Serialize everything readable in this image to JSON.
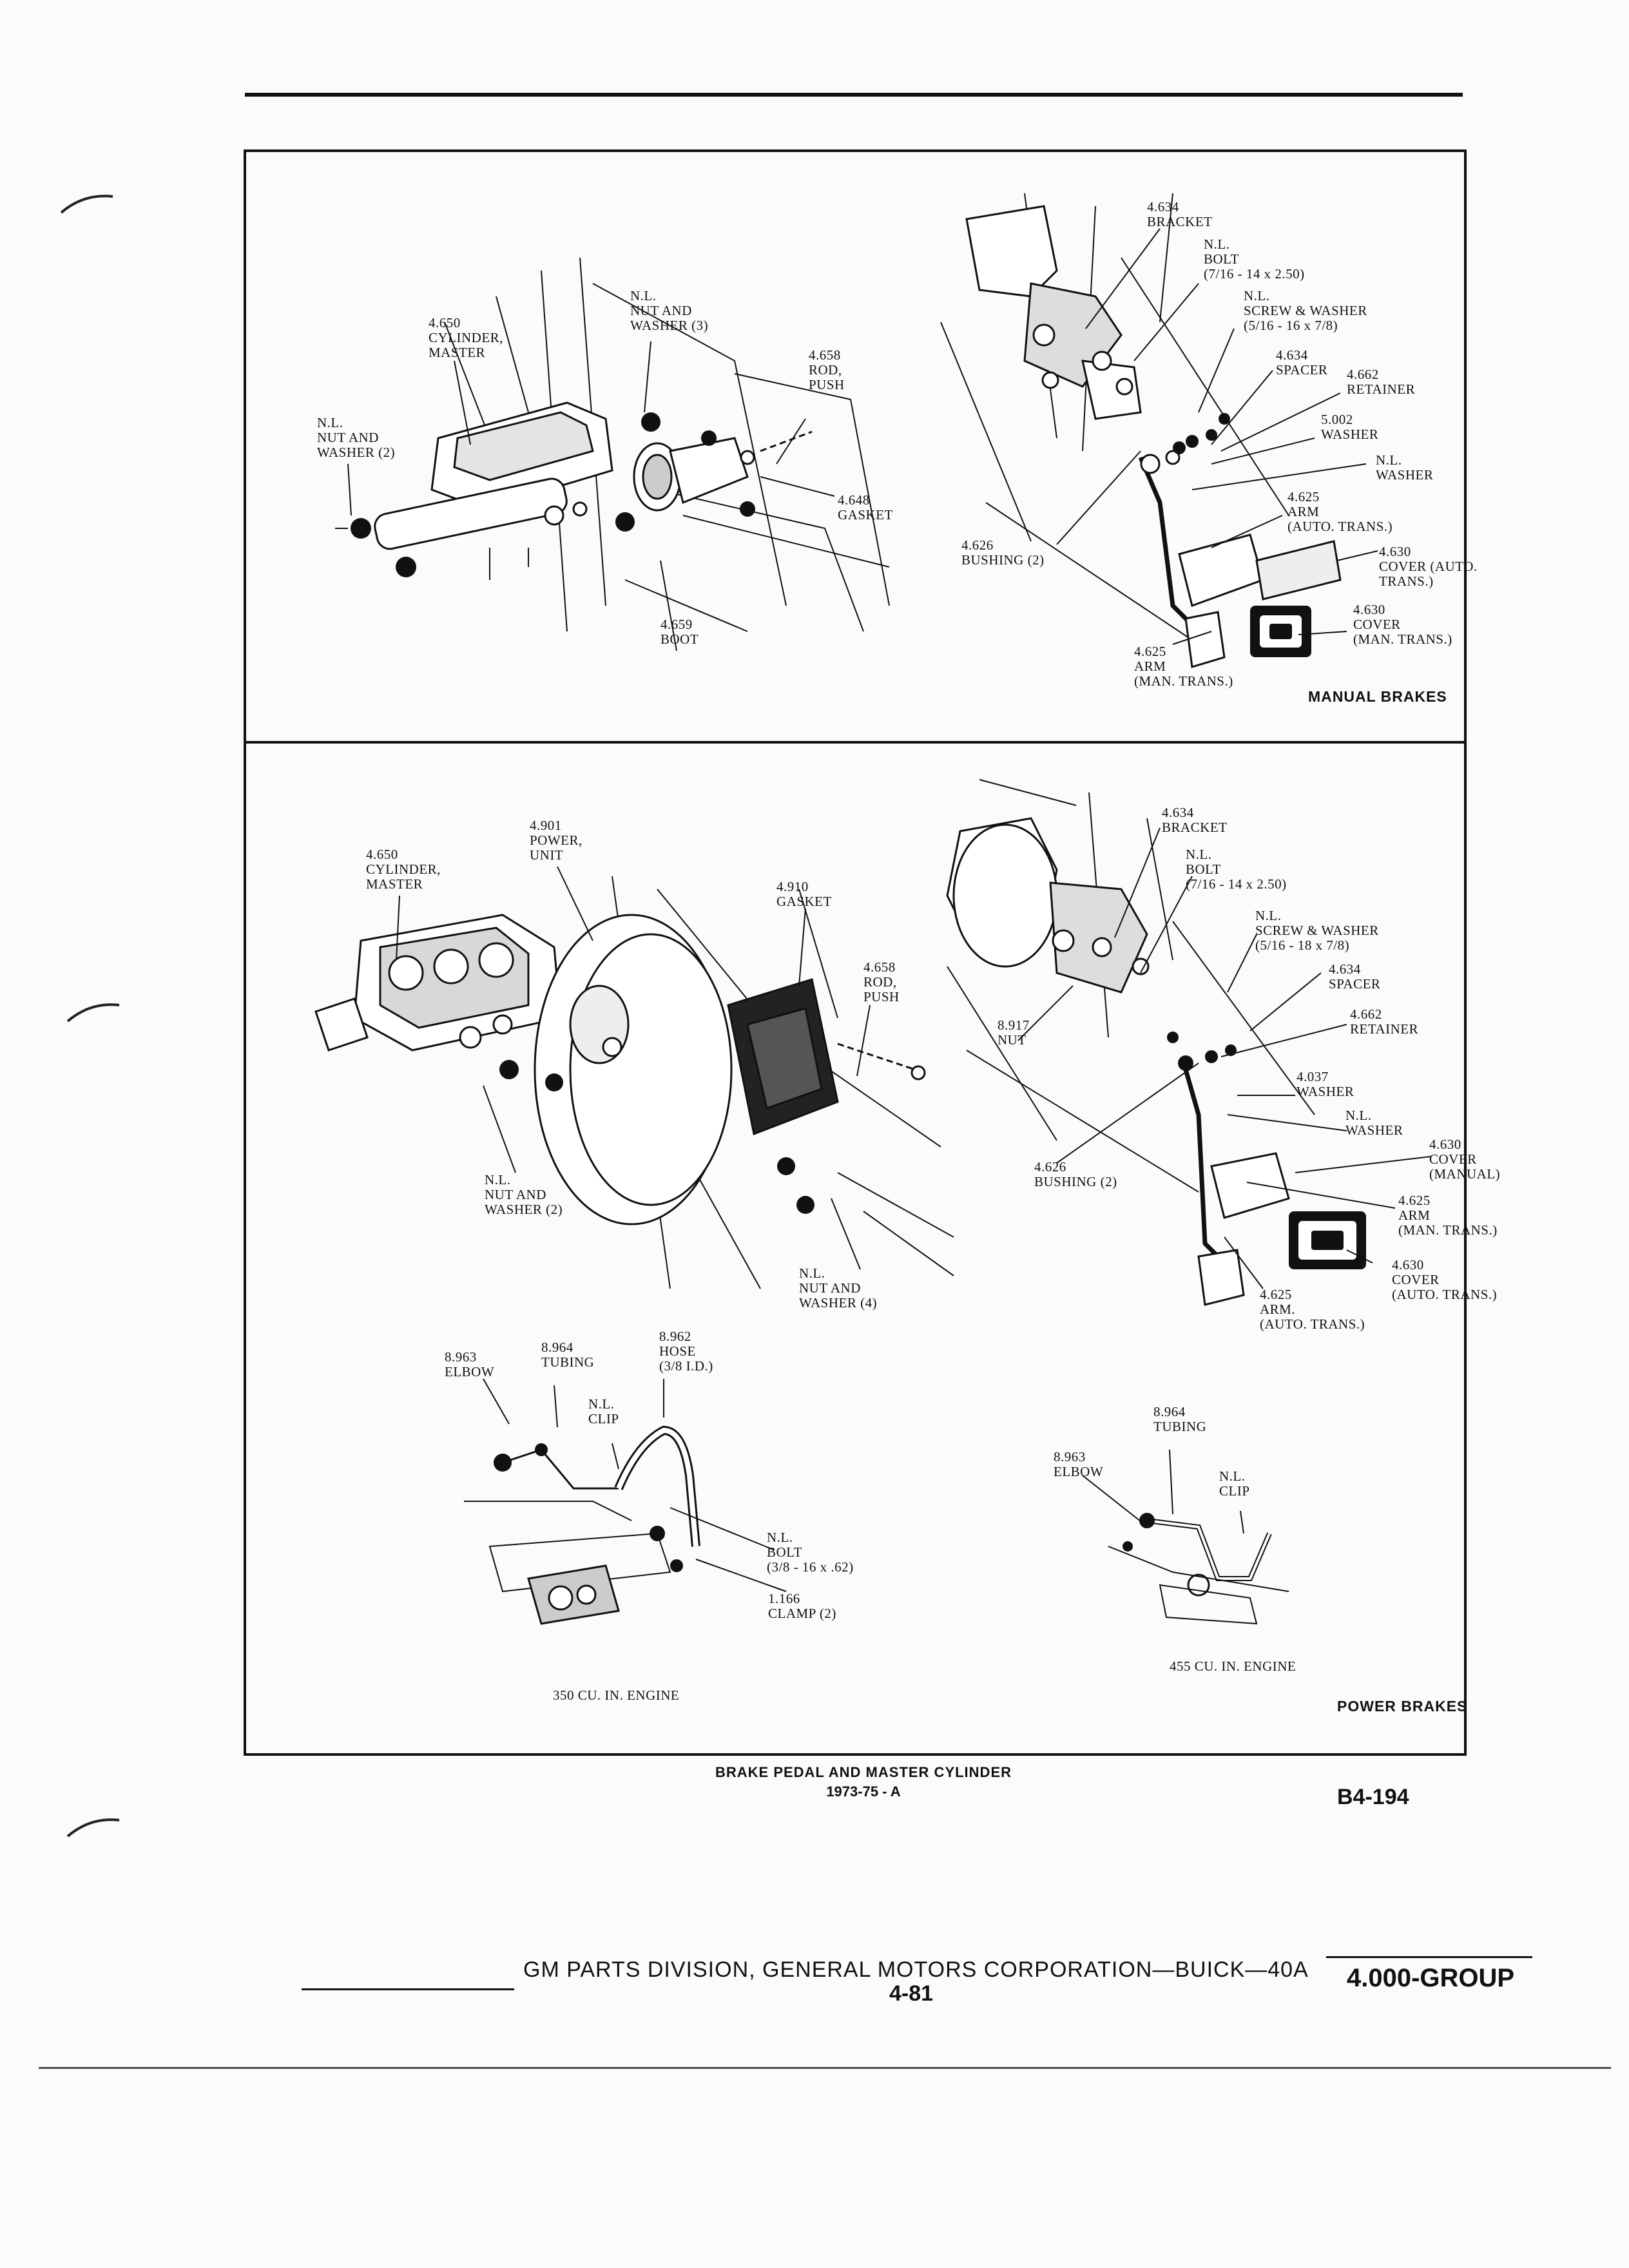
{
  "manual": {
    "section_title": "MANUAL BRAKES",
    "labels": [
      {
        "id": "nl-nut-washer-3",
        "text": "N.L.\nNUT AND\nWASHER (3)"
      },
      {
        "id": "cylinder-master",
        "text": "4.650\nCYLINDER,\nMASTER"
      },
      {
        "id": "rod-push",
        "text": "4.658\nROD,\nPUSH"
      },
      {
        "id": "nl-nut-washer-2",
        "text": "N.L.\nNUT AND\nWASHER (2)"
      },
      {
        "id": "gasket",
        "text": "4.648\nGASKET"
      },
      {
        "id": "boot",
        "text": "4.659\nBOOT"
      },
      {
        "id": "bracket",
        "text": "4.634\nBRACKET"
      },
      {
        "id": "nl-bolt",
        "text": "N.L.\nBOLT\n(7/16 - 14 x 2.50)"
      },
      {
        "id": "nl-screw-washer",
        "text": "N.L.\nSCREW & WASHER\n(5/16 - 16 x 7/8)"
      },
      {
        "id": "spacer",
        "text": "4.634\nSPACER"
      },
      {
        "id": "retainer",
        "text": "4.662\nRETAINER"
      },
      {
        "id": "washer-5002",
        "text": "5.002\nWASHER"
      },
      {
        "id": "nl-washer",
        "text": "N.L.\nWASHER"
      },
      {
        "id": "arm-auto",
        "text": "4.625\nARM\n(AUTO. TRANS.)"
      },
      {
        "id": "bushing",
        "text": "4.626\nBUSHING (2)"
      },
      {
        "id": "cover-auto",
        "text": "4.630\nCOVER (AUTO.\nTRANS.)"
      },
      {
        "id": "cover-man",
        "text": "4.630\nCOVER\n(MAN. TRANS.)"
      },
      {
        "id": "arm-man",
        "text": "4.625\nARM\n(MAN. TRANS.)"
      }
    ]
  },
  "power": {
    "section_title": "POWER BRAKES",
    "labels": [
      {
        "id": "power-unit",
        "text": "4.901\nPOWER,\nUNIT"
      },
      {
        "id": "cylinder-master",
        "text": "4.650\nCYLINDER,\nMASTER"
      },
      {
        "id": "gasket",
        "text": "4.910\nGASKET"
      },
      {
        "id": "rod-push",
        "text": "4.658\nROD,\nPUSH"
      },
      {
        "id": "nl-nut-washer-2",
        "text": "N.L.\nNUT AND\nWASHER (2)"
      },
      {
        "id": "nl-nut-washer-4",
        "text": "N.L.\nNUT AND\nWASHER (4)"
      },
      {
        "id": "bracket",
        "text": "4.634\nBRACKET"
      },
      {
        "id": "nl-bolt",
        "text": "N.L.\nBOLT\n(7/16 - 14 x 2.50)"
      },
      {
        "id": "nl-screw-washer",
        "text": "N.L.\nSCREW & WASHER\n(5/16 - 18 x 7/8)"
      },
      {
        "id": "spacer",
        "text": "4.634\nSPACER"
      },
      {
        "id": "retainer",
        "text": "4.662\nRETAINER"
      },
      {
        "id": "nut",
        "text": "8.917\nNUT"
      },
      {
        "id": "washer-4037",
        "text": "4.037\nWASHER"
      },
      {
        "id": "nl-washer",
        "text": "N.L.\nWASHER"
      },
      {
        "id": "cover-manual",
        "text": "4.630\nCOVER\n(MANUAL)"
      },
      {
        "id": "bushing",
        "text": "4.626\nBUSHING (2)"
      },
      {
        "id": "arm-man",
        "text": "4.625\nARM\n(MAN. TRANS.)"
      },
      {
        "id": "cover-auto",
        "text": "4.630\nCOVER\n(AUTO. TRANS.)"
      },
      {
        "id": "arm-auto",
        "text": "4.625\nARM.\n(AUTO. TRANS.)"
      },
      {
        "id": "elbow-350",
        "text": "8.963\nELBOW"
      },
      {
        "id": "tubing-350",
        "text": "8.964\nTUBING"
      },
      {
        "id": "hose",
        "text": "8.962\nHOSE\n(3/8 I.D.)"
      },
      {
        "id": "clip-350",
        "text": "N.L.\nCLIP"
      },
      {
        "id": "nl-bolt-small",
        "text": "N.L.\nBOLT\n(3/8 - 16 x .62)"
      },
      {
        "id": "clamp",
        "text": "1.166\nCLAMP (2)"
      },
      {
        "id": "engine-350",
        "text": "350 CU. IN. ENGINE"
      },
      {
        "id": "tubing-455",
        "text": "8.964\nTUBING"
      },
      {
        "id": "elbow-455",
        "text": "8.963\nELBOW"
      },
      {
        "id": "clip-455",
        "text": "N.L.\nCLIP"
      },
      {
        "id": "engine-455",
        "text": "455 CU. IN. ENGINE"
      }
    ]
  },
  "caption": {
    "title": "BRAKE PEDAL AND MASTER CYLINDER",
    "subtitle": "1973-75 - A",
    "figure_id": "B4-194"
  },
  "footer": {
    "publisher": "GM PARTS DIVISION, GENERAL MOTORS CORPORATION—BUICK—40A",
    "page_number": "4-81",
    "group": "4.000-GROUP"
  }
}
